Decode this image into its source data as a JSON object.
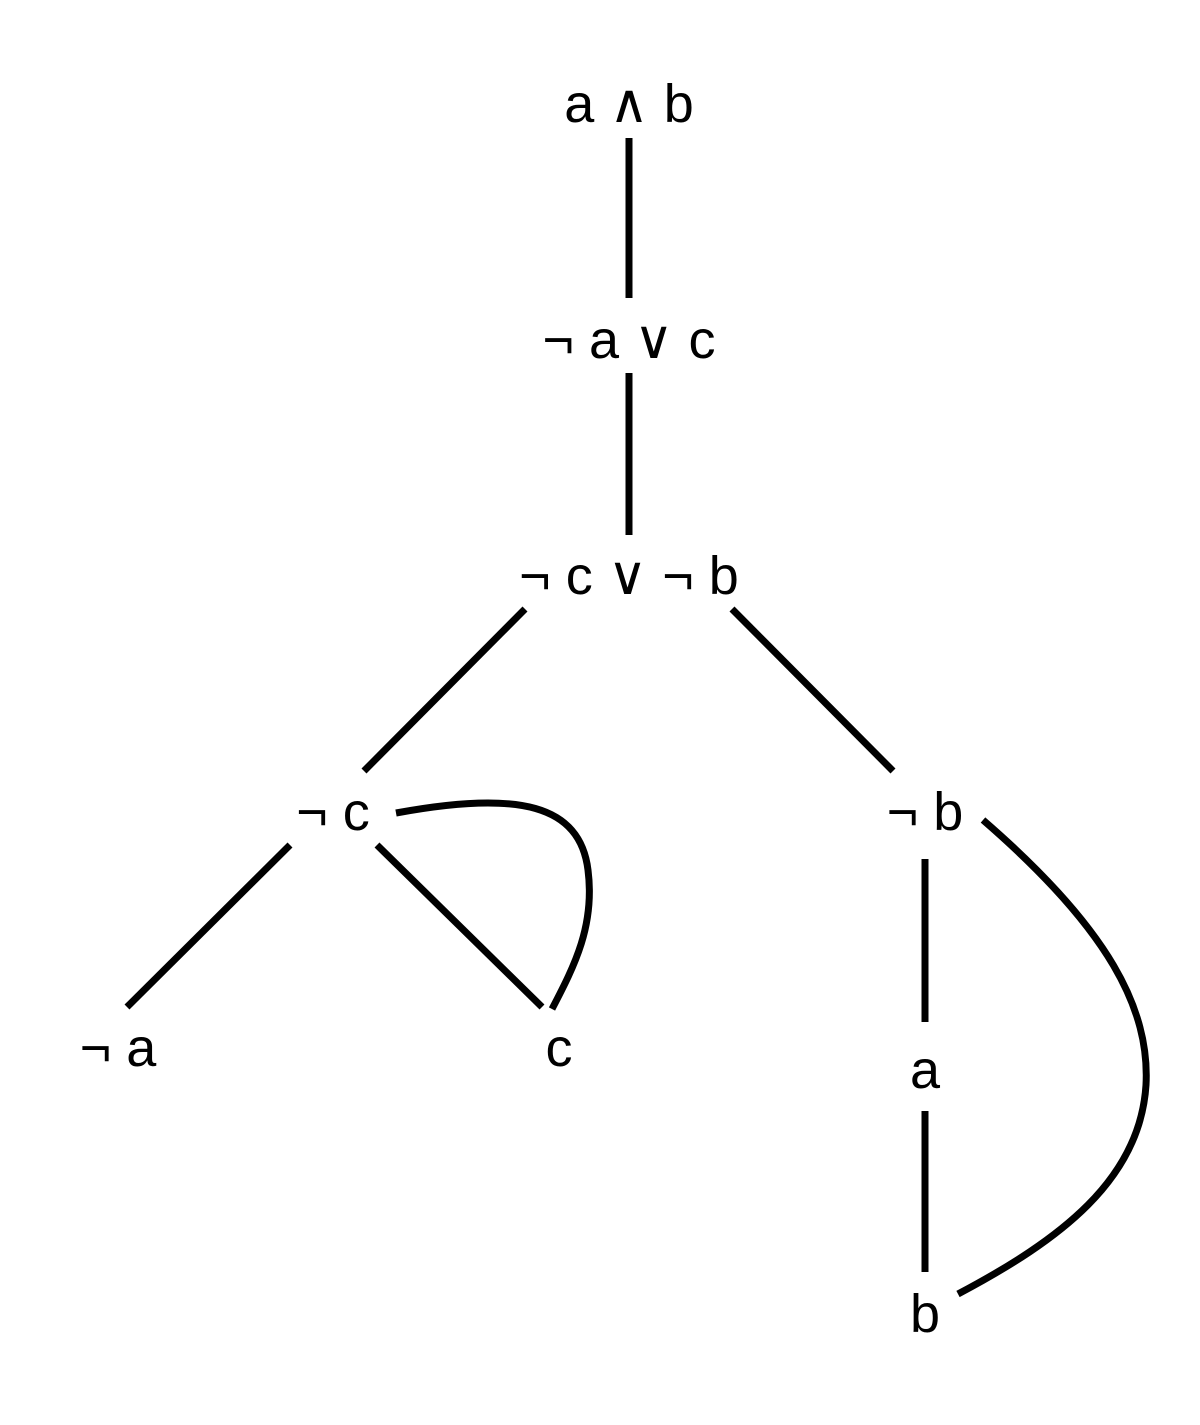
{
  "diagram": {
    "type": "tableau-tree",
    "line_color": "#000000",
    "background_color": "#ffffff",
    "nodes": [
      {
        "id": "root",
        "label": "a ∧ b"
      },
      {
        "id": "n2",
        "label": "¬ a ∨ c"
      },
      {
        "id": "n3",
        "label": "¬ c ∨ ¬ b"
      },
      {
        "id": "n4",
        "label": "¬ c"
      },
      {
        "id": "n5",
        "label": "¬ b"
      },
      {
        "id": "n6",
        "label": "¬ a"
      },
      {
        "id": "n7",
        "label": "c"
      },
      {
        "id": "n8",
        "label": "a"
      },
      {
        "id": "n9",
        "label": "b"
      }
    ],
    "edges": [
      {
        "from": "root",
        "to": "n2",
        "style": "straight"
      },
      {
        "from": "n2",
        "to": "n3",
        "style": "straight"
      },
      {
        "from": "n3",
        "to": "n4",
        "style": "straight"
      },
      {
        "from": "n3",
        "to": "n5",
        "style": "straight"
      },
      {
        "from": "n4",
        "to": "n6",
        "style": "straight"
      },
      {
        "from": "n4",
        "to": "n7",
        "style": "straight"
      },
      {
        "from": "n5",
        "to": "n8",
        "style": "straight"
      },
      {
        "from": "n8",
        "to": "n9",
        "style": "straight"
      },
      {
        "from": "n4",
        "to": "n7",
        "style": "curved"
      },
      {
        "from": "n5",
        "to": "n9",
        "style": "curved"
      }
    ]
  }
}
